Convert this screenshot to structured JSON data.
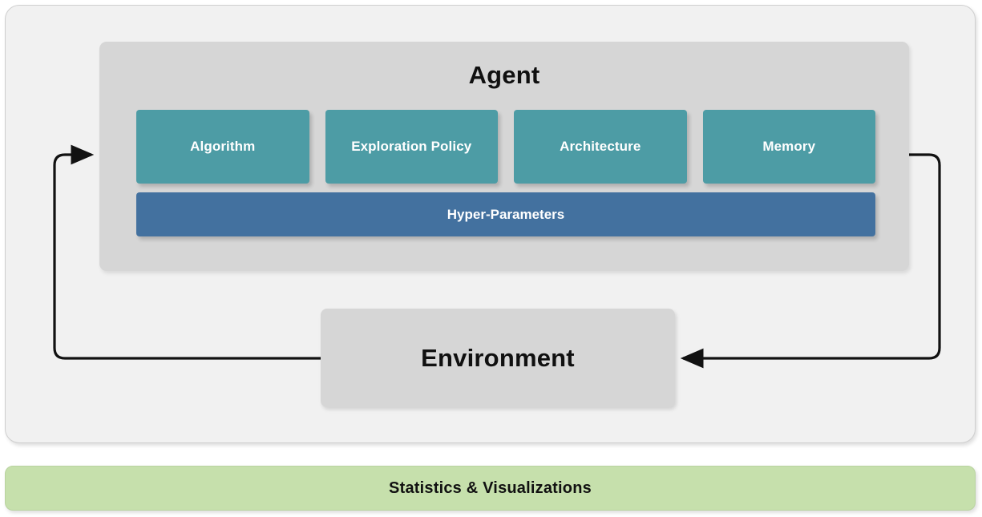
{
  "diagram": {
    "agent": {
      "title": "Agent",
      "components": [
        {
          "label": "Algorithm"
        },
        {
          "label": "Exploration Policy"
        },
        {
          "label": "Architecture"
        },
        {
          "label": "Memory"
        }
      ],
      "hyper_parameters_label": "Hyper-Parameters"
    },
    "environment": {
      "label": "Environment"
    },
    "statistics": {
      "label": "Statistics & Visualizations"
    },
    "arrows": [
      {
        "name": "environment-to-agent",
        "direction": "left-up-right"
      },
      {
        "name": "agent-to-environment",
        "direction": "right-down-left"
      }
    ],
    "colors": {
      "component_teal": "#4d9ca5",
      "hyper_blue": "#43719f",
      "panel_gray": "#d6d6d6",
      "outer_gray": "#f1f1f1",
      "stats_green": "#c6e0ac",
      "arrow_black": "#121212",
      "text_light": "#ffffff",
      "text_dark": "#101010"
    }
  }
}
